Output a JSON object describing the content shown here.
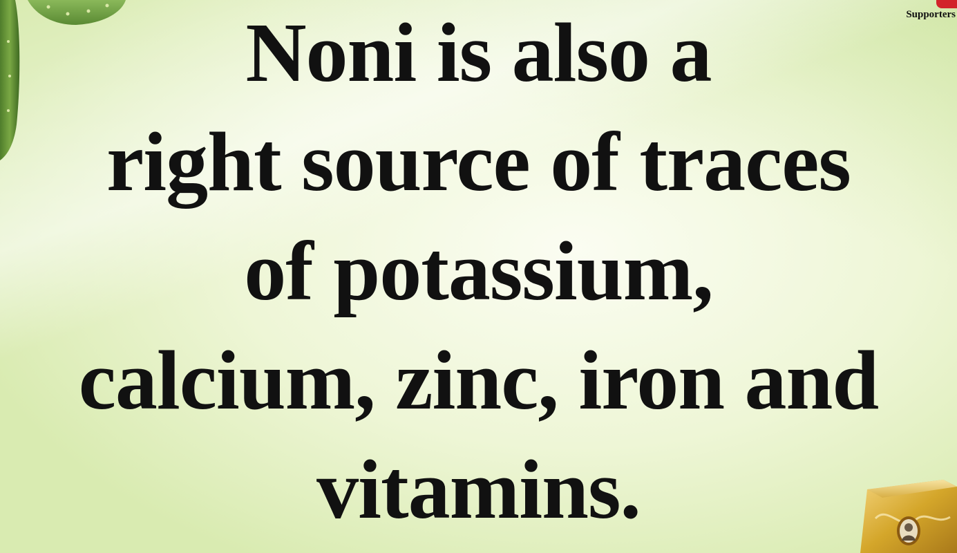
{
  "brand": {
    "tagline": "Supporters"
  },
  "headline": {
    "lines": [
      "Noni is also a",
      "right source of traces",
      "of potassium,",
      "calcium, zinc, iron and",
      "vitamins."
    ]
  },
  "colors": {
    "background_light": "#fbfdf2",
    "background_green": "#d9ebb1",
    "text": "#111111",
    "brand_red": "#d2232a",
    "product_gold": "#d4a62a"
  },
  "decor": {
    "top_left": "cactus-plant-icon",
    "bottom_right": "product-box-icon"
  }
}
